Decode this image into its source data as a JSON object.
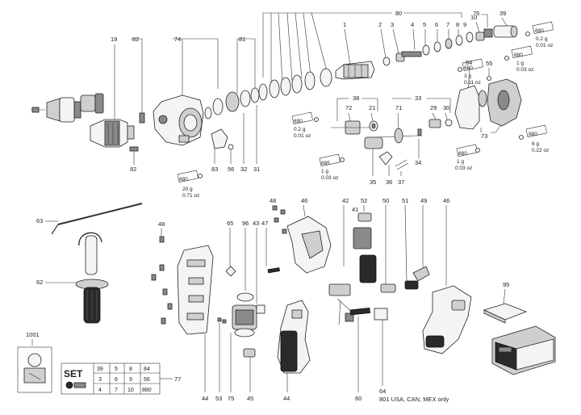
{
  "labels": {
    "l80": "80",
    "l1": "1",
    "l2": "2",
    "l3": "3",
    "l4": "4",
    "l5": "5",
    "l6": "6",
    "l7": "7",
    "l8": "8",
    "l9": "9",
    "l10": "10",
    "l76": "76",
    "l39": "39",
    "l19": "19",
    "l82a": "82",
    "l74": "74",
    "l81": "81",
    "l84": "84",
    "l55": "55",
    "l73": "73",
    "l38": "38",
    "l33": "33",
    "l72": "72",
    "l21": "21",
    "l71": "71",
    "l29": "29",
    "l30": "30",
    "l34": "34",
    "l35": "35",
    "l36": "36",
    "l37": "37",
    "l82b": "82",
    "l83": "83",
    "l56": "56",
    "l32": "32",
    "l31": "31",
    "l48a": "48",
    "l46a": "46",
    "l42": "42",
    "l52": "52",
    "l41": "41",
    "l50": "50",
    "l51": "51",
    "l49": "49",
    "l46b": "46",
    "l63": "63",
    "l48b": "48",
    "l65": "65",
    "l96": "96",
    "l43": "43",
    "l47": "47",
    "l62": "62",
    "l95": "95",
    "l1001": "1001",
    "l77": "77",
    "l44a": "44",
    "l53": "53",
    "l75": "75",
    "l45": "45",
    "l44b": "44",
    "l60": "60",
    "l64": "64",
    "l801": "801 USA, CAN, MEX only"
  },
  "grease_tags": [
    {
      "code": "880",
      "amount": "0.2 g",
      "oz": "0.01 oz"
    },
    {
      "code": "880",
      "amount": "1 g",
      "oz": "0.03 oz"
    },
    {
      "code": "880",
      "amount": "3 g",
      "oz": "0.11 oz"
    },
    {
      "code": "890",
      "amount": "0.2 g",
      "oz": "0.01 oz"
    },
    {
      "code": "885",
      "amount": "1 g",
      "oz": "0.03 oz"
    },
    {
      "code": "880",
      "amount": "6 g",
      "oz": "0.22 oz"
    },
    {
      "code": "880",
      "amount": "1 g",
      "oz": "0.03 oz"
    },
    {
      "code": "880",
      "amount": "20 g",
      "oz": "0.71 oz"
    }
  ],
  "set_table": {
    "title": "SET",
    "rows": [
      [
        "39",
        "5",
        "8",
        "84"
      ],
      [
        "3",
        "6",
        "9",
        "56"
      ],
      [
        "4",
        "7",
        "10",
        "880"
      ]
    ]
  }
}
